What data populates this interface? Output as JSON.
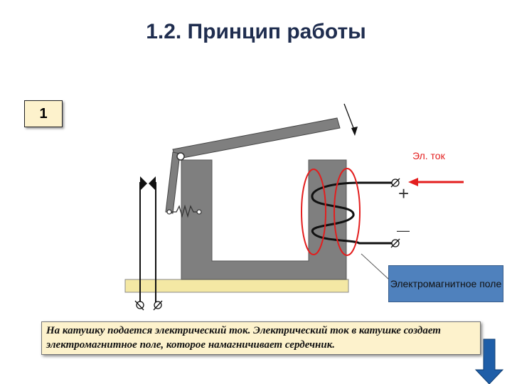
{
  "header": {
    "title": "1.2. Принцип работы"
  },
  "slide": {
    "number": "1"
  },
  "diagram": {
    "current_label": "Эл. ток",
    "field_label": "Электромагнитное поле",
    "plus_sign": "+",
    "minus_sign": "—"
  },
  "caption": {
    "text": "На катушку подается электрический ток. Электрический ток в катушке создает электромагнитное поле, которое намагничивает сердечник."
  },
  "colors": {
    "title": "#1f2d4f",
    "core": "#7f7f7f",
    "base": "#f4e8a4",
    "field_ellipse": "#e31e1e",
    "arrow_current": "#e31e1e",
    "label_box": "#4f81bd",
    "down_arrow": "#1f5ea8"
  }
}
